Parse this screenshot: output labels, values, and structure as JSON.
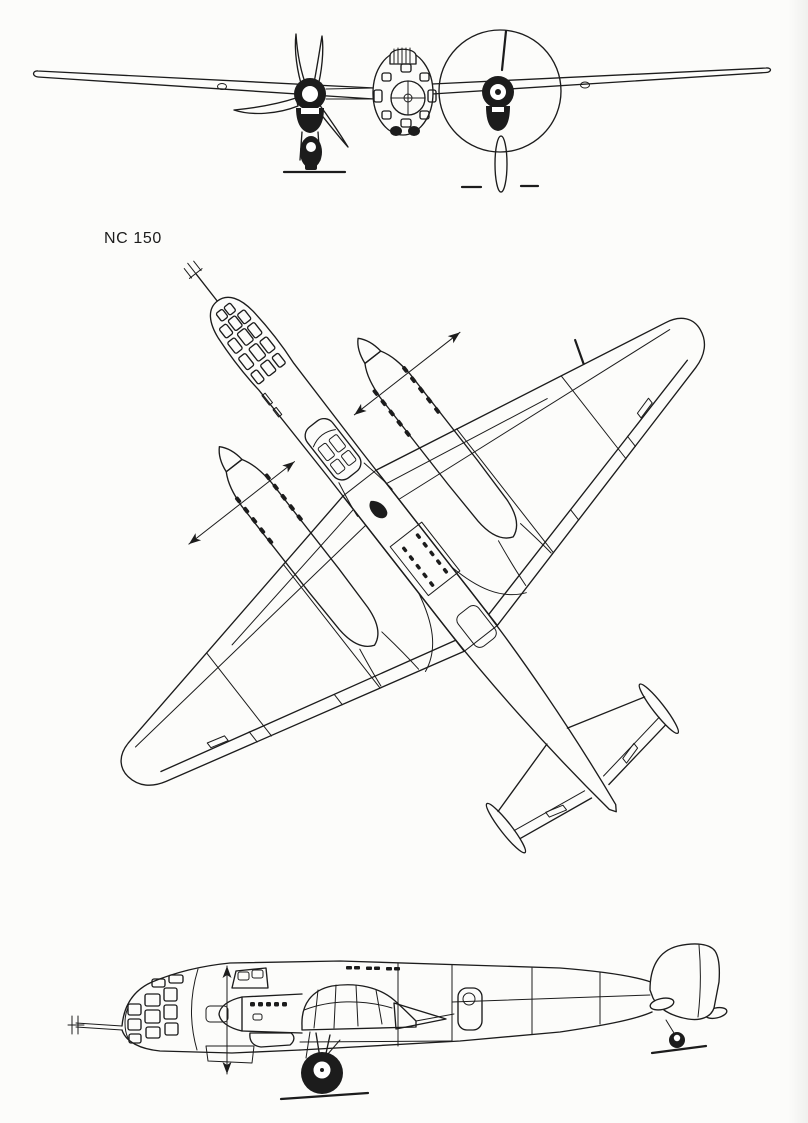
{
  "label": {
    "text": "NC 150"
  },
  "colors": {
    "ink": "#1c1c1c",
    "paper": "#fcfcfa"
  },
  "views": {
    "front": "front-view",
    "top": "top-view",
    "side": "side-view"
  }
}
